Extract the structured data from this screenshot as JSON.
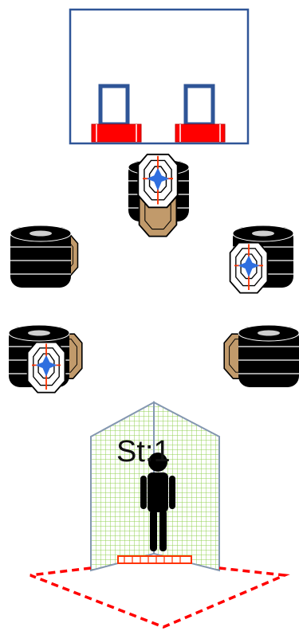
{
  "stage": {
    "label": "St:1"
  },
  "colors": {
    "box_outline": "#2f5597",
    "fault_line": "#ff0000",
    "barrel": "#000000",
    "target_tan": "#c19a6b",
    "target_cross": "#2f6fdf",
    "target_cross_outline": "#ff3300",
    "wall_grid": "#92d050",
    "wall_border": "#8497b0",
    "shooter": "#000000"
  },
  "items": {
    "shooting_box": {
      "icon": "shooting-box"
    },
    "targets": [
      {
        "icon": "paper-target",
        "facing": "front",
        "covered": false
      },
      {
        "icon": "paper-target",
        "facing": "front",
        "covered": false
      },
      {
        "icon": "paper-target",
        "facing": "front",
        "covered": false
      },
      {
        "icon": "paper-target",
        "facing": "back",
        "covered": true
      },
      {
        "icon": "paper-target",
        "facing": "back",
        "covered": true
      }
    ],
    "barrels": [
      {
        "icon": "barrel-stack"
      },
      {
        "icon": "barrel-stack"
      },
      {
        "icon": "barrel-stack"
      },
      {
        "icon": "barrel-stack"
      },
      {
        "icon": "barrel-stack"
      }
    ],
    "walls": {
      "icon": "mesh-wall-corner"
    },
    "shooter": {
      "icon": "shooter-figure"
    },
    "start_marker": {
      "icon": "start-position-marker"
    },
    "fault_lines": {
      "icon": "fault-line"
    }
  }
}
